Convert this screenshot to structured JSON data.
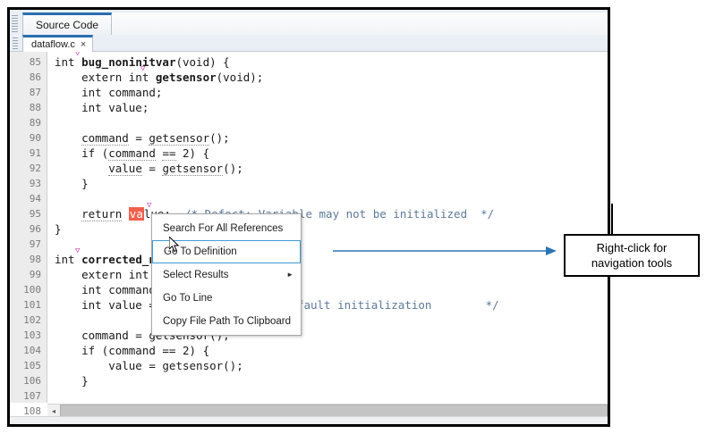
{
  "window": {
    "outer_tab_label": "Source Code",
    "doc_tab_label": "dataflow.c",
    "doc_tab_close": "×"
  },
  "editor": {
    "first_line_number": 85,
    "line_numbers": [
      85,
      86,
      87,
      88,
      89,
      90,
      91,
      92,
      93,
      94,
      95,
      96,
      97,
      98,
      99,
      100,
      101,
      102,
      103,
      104,
      105,
      106,
      107,
      108
    ],
    "scrollbar": {
      "left_arrow": "◂",
      "right_arrow": "▸"
    },
    "code_lines": [
      {
        "n": 85,
        "text": "int bug_noninitvar(void) {"
      },
      {
        "n": 86,
        "text": "    extern int getsensor(void);"
      },
      {
        "n": 87,
        "text": "    int command;"
      },
      {
        "n": 88,
        "text": "    int value;"
      },
      {
        "n": 89,
        "text": ""
      },
      {
        "n": 90,
        "text": "    command = getsensor();"
      },
      {
        "n": 91,
        "text": "    if (command == 2) {"
      },
      {
        "n": 92,
        "text": "        value = getsensor();"
      },
      {
        "n": 93,
        "text": "    }"
      },
      {
        "n": 94,
        "text": ""
      },
      {
        "n": 95,
        "text": "    return value;  /* Defect: Variable may not be initialized  */"
      },
      {
        "n": 96,
        "text": "}"
      },
      {
        "n": 97,
        "text": ""
      },
      {
        "n": 98,
        "text": "int corrected_noninitvar(void) {"
      },
      {
        "n": 99,
        "text": "    extern int getsensor(void);"
      },
      {
        "n": 100,
        "text": "    int command;"
      },
      {
        "n": 101,
        "text": "    int value = 0;  /* Fix: Add a default initialization       */"
      },
      {
        "n": 102,
        "text": ""
      },
      {
        "n": 103,
        "text": "    command = getsensor();"
      },
      {
        "n": 104,
        "text": "    if (command == 2) {"
      },
      {
        "n": 105,
        "text": "        value = getsensor();"
      },
      {
        "n": 106,
        "text": "    }"
      },
      {
        "n": 107,
        "text": ""
      },
      {
        "n": 108,
        "text": ""
      }
    ],
    "selected_text": "va",
    "comment_defect": "/* Defect: Variable may not be initialized  */",
    "comment_defect_body": "Defect: Variable may not be initialized  */",
    "comment_fix_body": "Fix: Add a default initialization        */"
  },
  "context_menu": {
    "items": [
      {
        "label": "Search For All References",
        "selected": false,
        "has_submenu": false
      },
      {
        "label": "Go To Definition",
        "selected": true,
        "has_submenu": false
      },
      {
        "label": "Select Results",
        "selected": false,
        "has_submenu": true
      },
      {
        "label": "Go To Line",
        "selected": false,
        "has_submenu": false
      },
      {
        "label": "Copy File Path To Clipboard",
        "selected": false,
        "has_submenu": false
      }
    ],
    "submenu_arrow": "►"
  },
  "callout": {
    "line1": "Right-click for",
    "line2": "navigation tools"
  },
  "colors": {
    "accent_blue": "#2a6fb0",
    "arrow_blue": "#2e75b6",
    "selection_red": "#f0604d",
    "marker_pink": "#cc33aa",
    "comment_blue": "#5b7a99",
    "gutter_bg": "#ececec",
    "tab_bg": "#eaeff5"
  }
}
